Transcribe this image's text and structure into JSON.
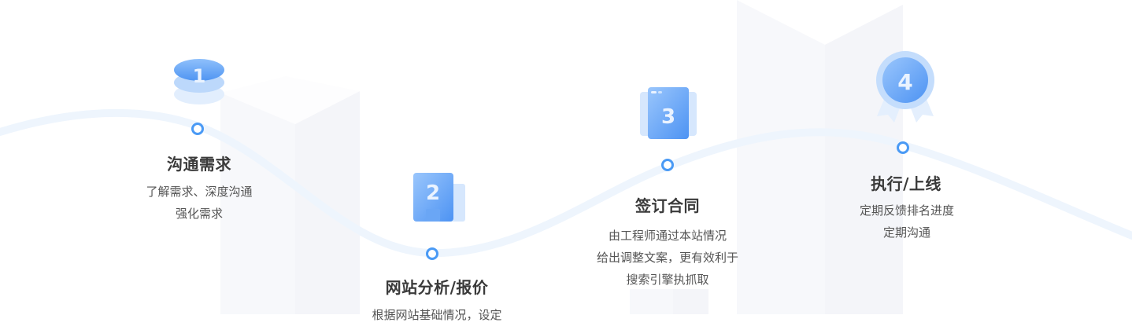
{
  "steps": [
    {
      "number": "1",
      "icon": "stacked-disc-icon",
      "title": "沟通需求",
      "desc": [
        "了解需求、深度沟通",
        "强化需求"
      ]
    },
    {
      "number": "2",
      "icon": "document-stack-icon",
      "title": "网站分析/报价",
      "desc": [
        "根据网站基础情况，设定"
      ]
    },
    {
      "number": "3",
      "icon": "browser-window-icon",
      "title": "签订合同",
      "desc": [
        "由工程师通过本站情况",
        "给出调整文案，更有效利于",
        "搜索引擎执抓取"
      ]
    },
    {
      "number": "4",
      "icon": "medal-badge-icon",
      "title": "执行/上线",
      "desc": [
        "定期反馈排名进度",
        "定期沟通"
      ]
    }
  ],
  "colors": {
    "accent": "#4a9af5",
    "icon_gradient_start": "#8fc0fb",
    "icon_gradient_end": "#4f95f2",
    "title": "#3a3a3a",
    "text": "#555555",
    "background_shape": "#f6f7fb",
    "wave": "#eef5fd"
  }
}
